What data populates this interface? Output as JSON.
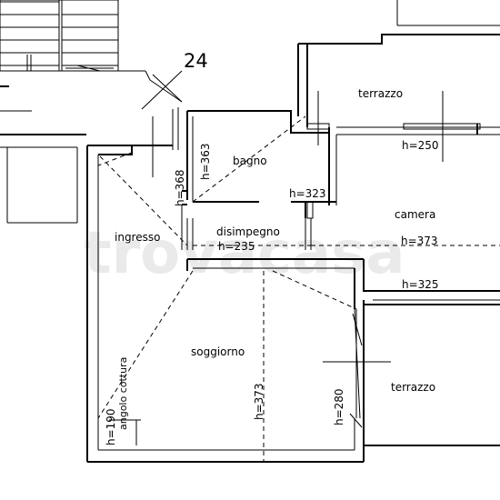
{
  "plan": {
    "unit_number": "24",
    "rooms": {
      "terrazzo_top": "terrazzo",
      "bagno": "bagno",
      "ingresso": "ingresso",
      "disimpegno": "disimpegno",
      "camera": "camera",
      "soggiorno": "soggiorno",
      "angolo_cottura": "angolo cottura",
      "terrazzo_bottom": "terrazzo"
    },
    "heights": {
      "h250": "h=250",
      "h363": "h=363",
      "h368": "h=368",
      "h323": "h=323",
      "h235": "h=235",
      "h373_camera": "h=373",
      "h325": "h=325",
      "h373_soggiorno": "h=373",
      "h280": "h=280",
      "h190": "h=190"
    },
    "watermark": "trovacasa"
  },
  "colors": {
    "line": "#000000",
    "background": "#ffffff",
    "watermark": "#d9d9d9"
  }
}
